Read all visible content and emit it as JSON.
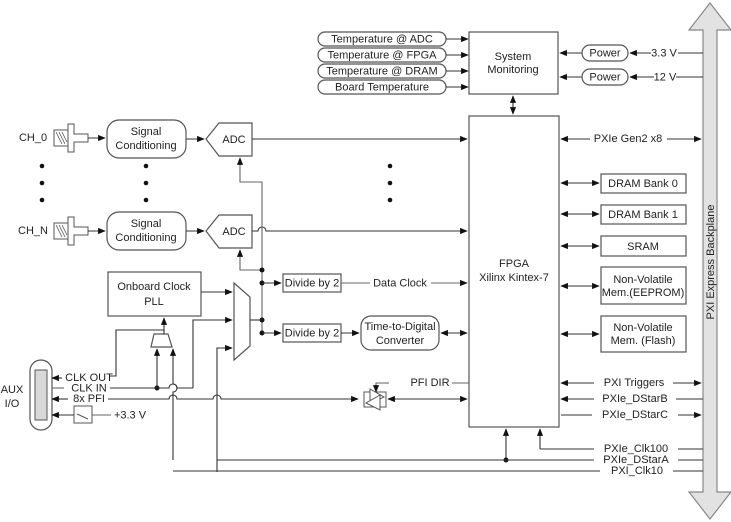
{
  "diagram": {
    "sensors": [
      "Temperature @ ADC",
      "Temperature @ FPGA",
      "Temperature @ DRAM",
      "Board Temperature"
    ],
    "system_monitoring": "System Monitoring",
    "power_inputs": [
      {
        "label": "Power",
        "voltage": "3.3 V"
      },
      {
        "label": "Power",
        "voltage": "12 V"
      }
    ],
    "channels": [
      {
        "name": "CH_0",
        "conditioning": [
          "Signal",
          "Conditioning"
        ],
        "adc": "ADC"
      },
      {
        "name": "CH_N",
        "conditioning": [
          "Signal",
          "Conditioning"
        ],
        "adc": "ADC"
      }
    ],
    "clock_pll": [
      "Onboard Clock",
      "PLL"
    ],
    "divide_labels": [
      "Divide by 2",
      "Divide by 2"
    ],
    "data_clock": "Data Clock",
    "tdc": [
      "Time-to-Digital",
      "Converter"
    ],
    "fpga": [
      "FPGA",
      "Xilinx Kintex-7"
    ],
    "pfi_dir": "PFI DIR",
    "aux_io": [
      "AUX",
      "I/O"
    ],
    "aux_signals": [
      "CLK OUT",
      "CLK IN",
      "8x PFI",
      "+3.3 V"
    ],
    "memories": [
      {
        "lines": [
          "DRAM Bank 0"
        ]
      },
      {
        "lines": [
          "DRAM Bank 1"
        ]
      },
      {
        "lines": [
          "SRAM"
        ]
      },
      {
        "lines": [
          "Non-Volatile",
          "Mem.(EEPROM)"
        ]
      },
      {
        "lines": [
          "Non-Volatile",
          "Mem. (Flash)"
        ]
      }
    ],
    "pxie_gen2": "PXIe Gen2 x8",
    "backplane_signals": [
      "PXI Triggers",
      "PXIe_DStarB",
      "PXIe_DStarC",
      "PXIe_Clk100",
      "PXIe_DStarA",
      "PXI_Clk10"
    ],
    "backplane": "PXI Express Backplane"
  }
}
